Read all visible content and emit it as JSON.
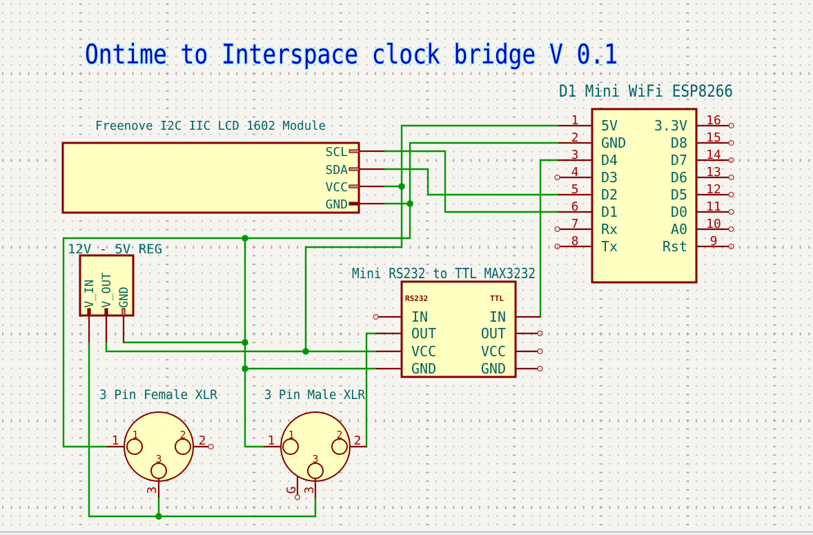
{
  "document": {
    "title_text": "Ontime to Interspace clock bridge V 0.1"
  },
  "components": {
    "d1_mini": {
      "label": "D1 Mini WiFi ESP8266",
      "left_pins": [
        {
          "number": "1",
          "name": "5V"
        },
        {
          "number": "2",
          "name": "GND"
        },
        {
          "number": "3",
          "name": "D4"
        },
        {
          "number": "4",
          "name": "D3"
        },
        {
          "number": "5",
          "name": "D2"
        },
        {
          "number": "6",
          "name": "D1"
        },
        {
          "number": "7",
          "name": "Rx"
        },
        {
          "number": "8",
          "name": "Tx"
        }
      ],
      "right_pins": [
        {
          "number": "16",
          "name": "3.3V"
        },
        {
          "number": "15",
          "name": "D8"
        },
        {
          "number": "14",
          "name": "D7"
        },
        {
          "number": "13",
          "name": "D6"
        },
        {
          "number": "12",
          "name": "D5"
        },
        {
          "number": "11",
          "name": "D0"
        },
        {
          "number": "10",
          "name": "A0"
        },
        {
          "number": "9",
          "name": "Rst"
        }
      ]
    },
    "lcd": {
      "label": "Freenove I2C IIC LCD 1602 Module",
      "pins": [
        "SCL",
        "SDA",
        "VCC",
        "GND"
      ]
    },
    "regulator": {
      "label": "12V - 5V REG",
      "pins": [
        "V_IN",
        "V_OUT",
        "GND"
      ]
    },
    "rs232": {
      "label": "Mini RS232 to TTL MAX3232",
      "left_header": "RS232",
      "right_header": "TTL",
      "left_pins": [
        "IN",
        "OUT",
        "VCC",
        "GND"
      ],
      "right_pins": [
        "IN",
        "OUT",
        "VCC",
        "GND"
      ]
    },
    "xlr_female": {
      "label": "3 Pin Female XLR",
      "inner_pins": [
        "1",
        "2",
        "3"
      ],
      "outer_pins": [
        "1",
        "2",
        "3"
      ]
    },
    "xlr_male": {
      "label": "3 Pin Male XLR",
      "inner_pins": [
        "1",
        "2",
        "3"
      ],
      "outer_pins": [
        "1",
        "2",
        "3",
        "G"
      ]
    }
  },
  "colors": {
    "background": "#f5f4ef",
    "wire": "#009600",
    "component_outline": "#840000",
    "component_fill": "#ffffc2",
    "pin_name": "#006464",
    "pin_number": "#a90000",
    "title_text": "#0000c2"
  }
}
